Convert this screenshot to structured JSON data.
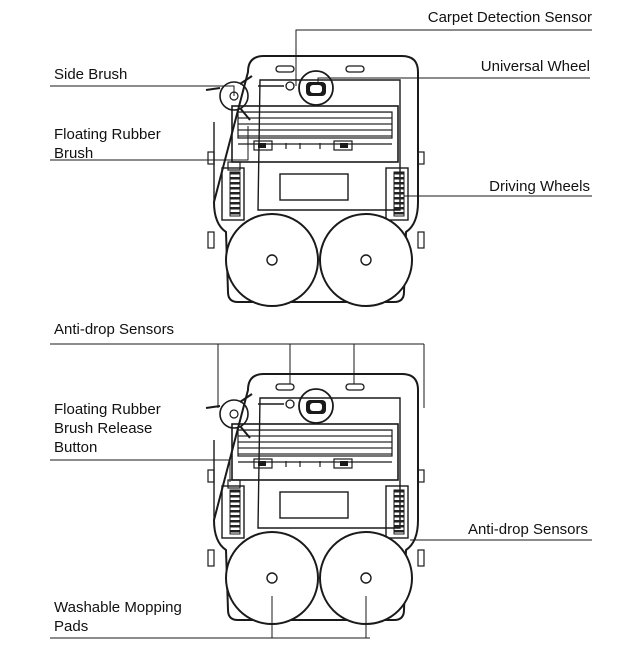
{
  "labels": {
    "carpet_detection_sensor": "Carpet Detection Sensor",
    "universal_wheel": "Universal Wheel",
    "side_brush": "Side Brush",
    "floating_rubber_brush": [
      "Floating Rubber",
      "Brush"
    ],
    "driving_wheels": "Driving Wheels",
    "anti_drop_sensors_top": "Anti-drop Sensors",
    "floating_rubber_brush_release_button": [
      "Floating Rubber",
      "Brush Release",
      "Button"
    ],
    "anti_drop_sensors_right": "Anti-drop Sensors",
    "washable_mopping_pads": [
      "Washable Mopping",
      "Pads"
    ]
  },
  "colors": {
    "line": "#1a1a1a",
    "text": "#111111",
    "background": "#ffffff"
  }
}
